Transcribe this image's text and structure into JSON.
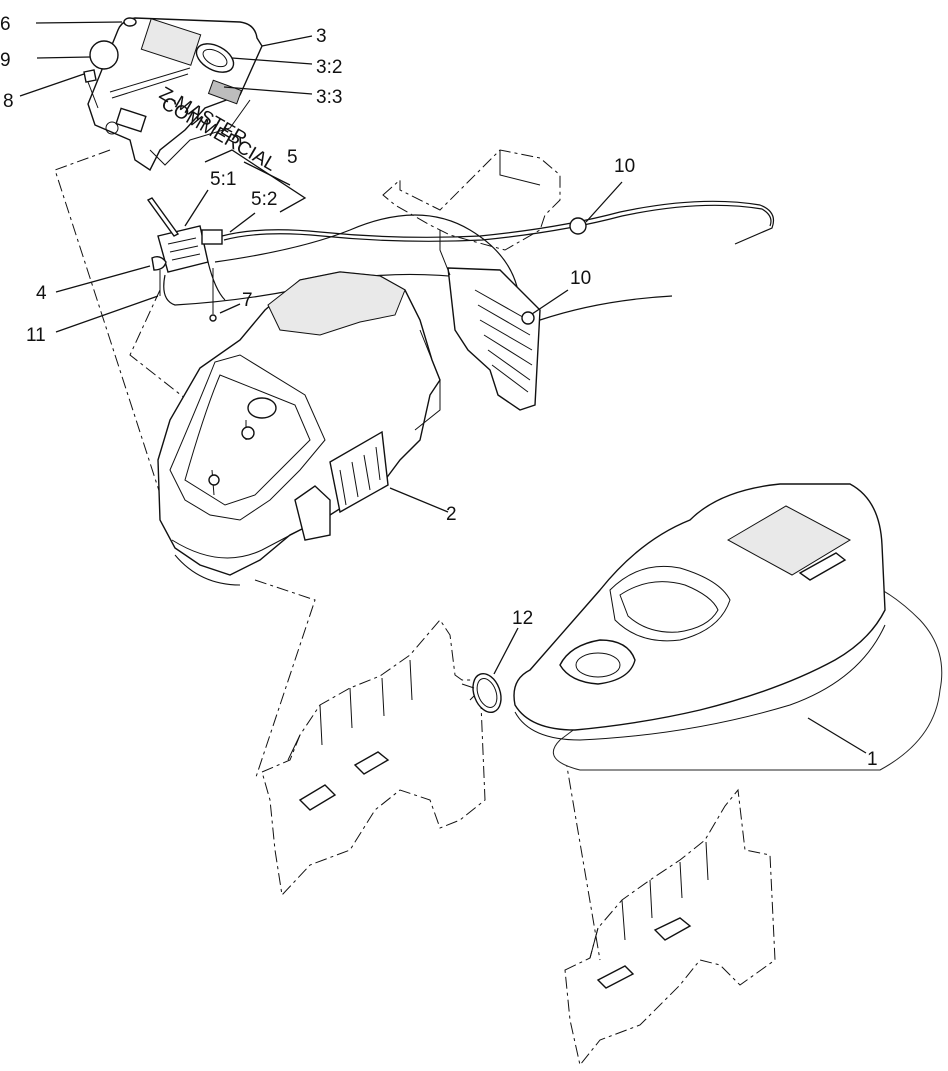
{
  "callouts": {
    "c1": "1",
    "c2": "2",
    "c3": "3",
    "c3_2": "3:2",
    "c3_3": "3:3",
    "c4": "4",
    "c5": "5",
    "c5_1": "5:1",
    "c5_2": "5:2",
    "c6": "6",
    "c7": "7",
    "c8": "8",
    "c9": "9",
    "c10a": "10",
    "c10b": "10",
    "c11": "11",
    "c12": "12"
  },
  "decal_text": {
    "brand": "Z-MASTER",
    "mode": "COMMERCIAL"
  },
  "colors": {
    "line": "#111111",
    "background": "#ffffff",
    "shade": "#e9e9e9"
  }
}
